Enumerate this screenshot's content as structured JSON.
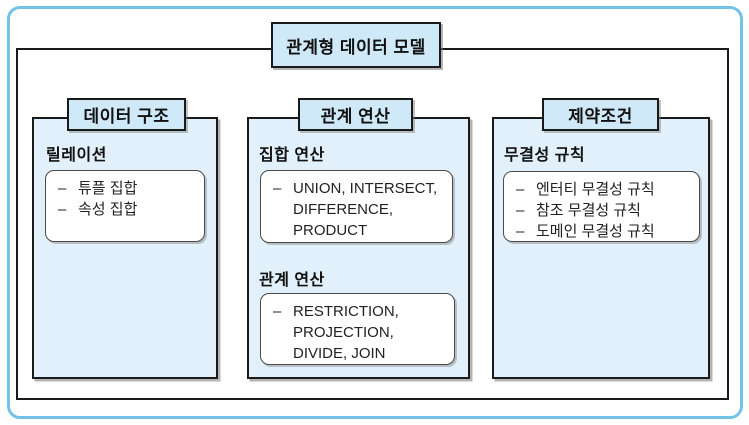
{
  "diagram": {
    "title": "관계형 데이터 모델",
    "panels": [
      {
        "header": "데이터 구조",
        "sections": [
          {
            "label": "릴레이션",
            "box": {
              "rows": [
                {
                  "dash": "–",
                  "text": "튜플 집합"
                },
                {
                  "dash": "–",
                  "text": "속성 집합"
                }
              ]
            }
          }
        ]
      },
      {
        "header": "관계 연산",
        "sections": [
          {
            "label": "집합 연산",
            "box": {
              "rows": [
                {
                  "dash": "–",
                  "text": "UNION, INTERSECT,"
                },
                {
                  "dash": "",
                  "text": "DIFFERENCE,"
                },
                {
                  "dash": "",
                  "text": "PRODUCT"
                }
              ]
            }
          },
          {
            "label": "관계 연산",
            "box": {
              "rows": [
                {
                  "dash": "–",
                  "text": "RESTRICTION,"
                },
                {
                  "dash": "",
                  "text": "PROJECTION,"
                },
                {
                  "dash": "",
                  "text": "DIVIDE, JOIN"
                }
              ]
            }
          }
        ]
      },
      {
        "header": "제약조건",
        "sections": [
          {
            "label": "무결성 규칙",
            "box": {
              "rows": [
                {
                  "dash": "–",
                  "text": "엔터티 무결성 규칙"
                },
                {
                  "dash": "–",
                  "text": "참조 무결성 규칙"
                },
                {
                  "dash": "–",
                  "text": "도메인 무결성 규칙"
                }
              ]
            }
          }
        ]
      }
    ],
    "colors": {
      "outer_border": "#74c2e8",
      "header_fill": "#cfe9f8",
      "panel_fill": "#e1f0fa",
      "line": "#1a1a1a",
      "shadow": "#9a9a9a",
      "item_box_fill": "#ffffff"
    }
  }
}
